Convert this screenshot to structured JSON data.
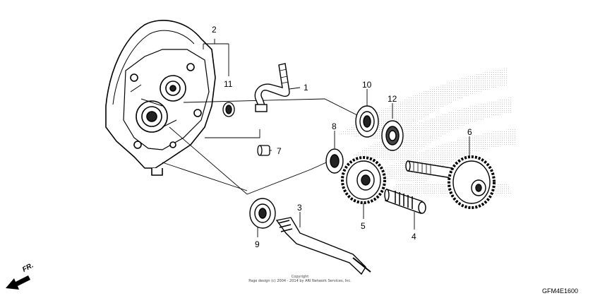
{
  "diagram": {
    "callouts": {
      "c1": "1",
      "c2": "2",
      "c3": "3",
      "c4": "4",
      "c5": "5",
      "c6": "6",
      "c7": "7",
      "c8": "8",
      "c9": "9",
      "c10": "10",
      "c11": "11",
      "c12": "12"
    },
    "copyright_line1": "Copyright",
    "copyright_line2": "Page design (c) 2004 - 2014 by ARI Network Services, Inc.",
    "diagram_code": "GFM4E1600",
    "direction_label": "FR."
  }
}
